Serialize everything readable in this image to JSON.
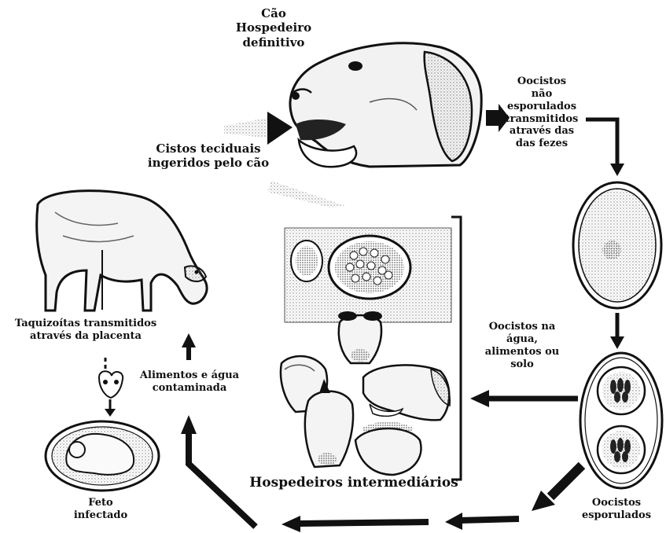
{
  "labels": {
    "dog_host": "Cão\nHospedeiro\ndefinitivo",
    "oocysts_feces": "Oocistos\nnão\nesporulados\ntransmitidos\natravés das\ndas fezes",
    "tissue_cysts": "Cistos teciduais\ningeridos pelo cão",
    "tachyzoites": "Taquizoítas transmitidos\natravés da placenta",
    "food_water": "Alimentos e água\ncontaminada",
    "oocysts_env": "Oocistos na\nágua,\nalimentos ou\nsolo",
    "intermediate_hosts": "Hospedeiros intermediários",
    "infected_fetus": "Feto\ninfectado",
    "sporulated_oocysts": "Oocistos\nesporulados"
  },
  "icons": {
    "dog": "dog-head-illustration",
    "cow": "grazing-cow-illustration",
    "cyst": "tissue-cyst-illustration",
    "hosts": "intermediate-host-heads-illustration",
    "oocyst_unsporulated": "unsporulated-oocyst-icon",
    "oocyst_sporulated": "sporulated-oocyst-icon",
    "tachyzoite": "tachyzoite-icon",
    "fetus": "fetus-icon"
  },
  "colors": {
    "ink": "#111111",
    "stipple": "#9a9a9a",
    "background": "#ffffff"
  }
}
